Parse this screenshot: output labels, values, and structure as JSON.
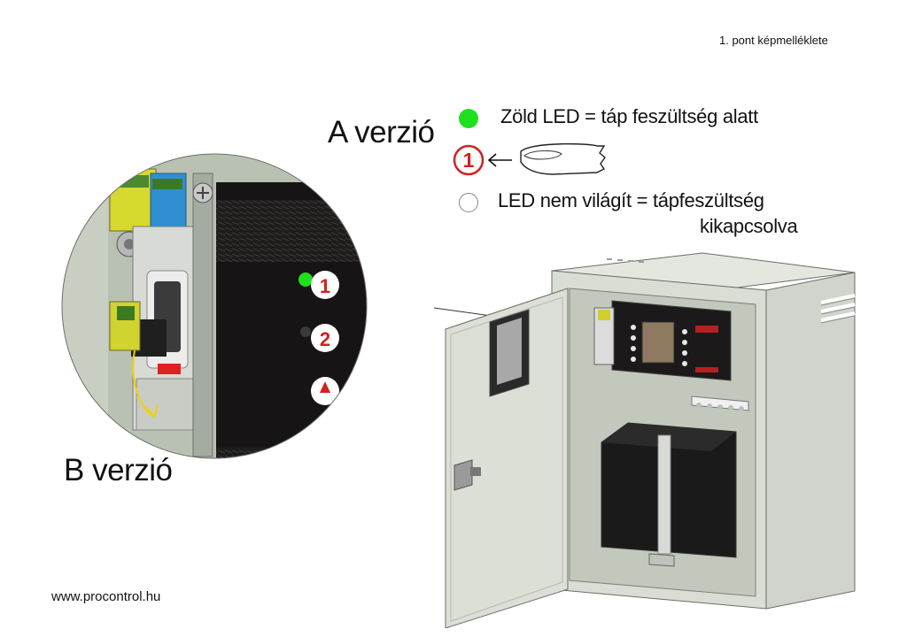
{
  "caption": "1. pont képmelléklete",
  "version_a": {
    "title": "A verzió",
    "legend": [
      {
        "indicator": "green-led-on",
        "color": "#1ee01e",
        "text": "Zöld LED = táp feszültség alatt"
      },
      {
        "indicator": "button-1-press",
        "number": "1",
        "color": "#d42020"
      },
      {
        "indicator": "led-off",
        "color": "#ffffff",
        "text_line1": "LED nem világít = tápfeszültség",
        "text_line2": "kikapcsolva"
      }
    ]
  },
  "version_b": {
    "title": "B verzió"
  },
  "zoom_panel": {
    "leds": [
      {
        "number": "1",
        "state": "on",
        "color": "#1ee01e"
      },
      {
        "number": "2",
        "state": "off",
        "color": "#3a3a3a"
      }
    ]
  },
  "footer": {
    "url": "www.procontrol.hu"
  }
}
